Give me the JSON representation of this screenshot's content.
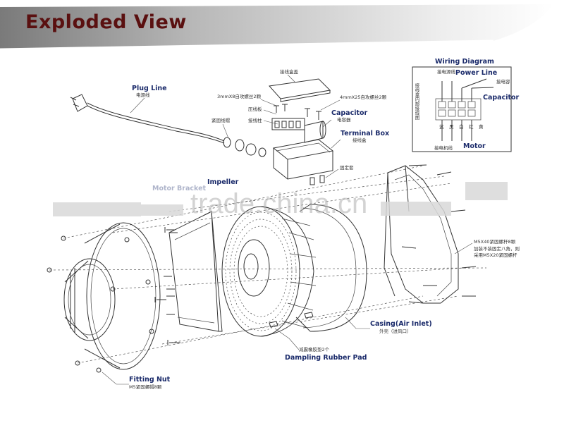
{
  "header": {
    "title": "Exploded View"
  },
  "labels": {
    "plug_line": "Plug Line",
    "plug_line_cn": "电源线",
    "terminal_cover_cn": "接线盒盖",
    "screw_3mm": "3mmX8自攻螺丝2颗",
    "screw_4mm": "4mmX25自攻螺丝2颗",
    "press_plate_cn": "压线板",
    "terminal_post_cn": "接线柱",
    "fastening_cap_cn": "紧固线帽",
    "capacitor": "Capacitor",
    "capacitor_cn": "电容器",
    "terminal_box": "Terminal Box",
    "terminal_box_cn": "接线盒",
    "fixing_sleeve_cn": "固定套",
    "impeller": "Impeller",
    "motor_bracket": "Motor Bracket",
    "m5x40": "M5X40紧固螺杆8颗",
    "m5x40_note1": "加装不装固定八角，则",
    "m5x40_note2": "采用M5X20紧固螺杆",
    "casing": "Casing(Air Inlet)",
    "casing_cn": "外壳（进风口）",
    "damping_cn": "减震橡胶垫2个",
    "damping": "Dampling Rubber Pad",
    "fitting_nut": "Fitting Nut",
    "fitting_nut_cn": "M5紧固螺帽8颗"
  },
  "wiring": {
    "title": "Wiring Diagram",
    "power_line": "Power Line",
    "capacitor": "Capacitor",
    "motor": "Motor",
    "side_cn": "接线盒内部接线图",
    "power_cn": "接电源线",
    "motor_cn": "接电机线",
    "cap_cn": "接电容",
    "col1_cn": "蓝",
    "col2_cn": "黑",
    "col3_cn": "白",
    "col4_cn": "红",
    "col5_cn": "黄"
  },
  "watermark": {
    "text": "trade.china.cn"
  }
}
